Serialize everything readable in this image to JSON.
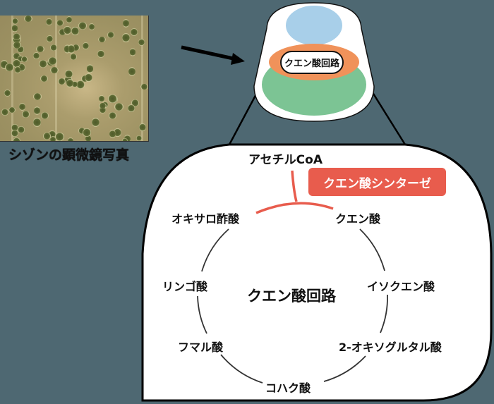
{
  "photo": {
    "caption": "シゾンの顕微鏡写真",
    "description": "microscope photo of green cells"
  },
  "arrow": {
    "from": "photo",
    "to": "cell-diagram"
  },
  "cell_diagram": {
    "organelle_label": "クエン酸回路",
    "colors": {
      "cell_body": "#ffffff",
      "upper_organelle": "#a8cfe9",
      "mitochondrion": "#f0925a",
      "chloroplast": "#7cc494"
    }
  },
  "cycle": {
    "title": "クエン酸回路",
    "input": "アセチルCoA",
    "enzyme": "クエン酸シンターゼ",
    "metabolites": [
      {
        "id": "oxaloacetate",
        "label": "オキサロ酢酸"
      },
      {
        "id": "citrate",
        "label": "クエン酸"
      },
      {
        "id": "isocitrate",
        "label": "イソクエン酸"
      },
      {
        "id": "oxoglutarate",
        "label": "2-オキソグルタル酸"
      },
      {
        "id": "succinate",
        "label": "コハク酸"
      },
      {
        "id": "fumarate",
        "label": "フマル酸"
      },
      {
        "id": "malate",
        "label": "リンゴ酸"
      }
    ],
    "colors": {
      "enzyme_box": "#e85c4d",
      "enzyme_link": "#e85c4d",
      "cycle_line": "#333333"
    }
  },
  "background_color": "#4e6872"
}
